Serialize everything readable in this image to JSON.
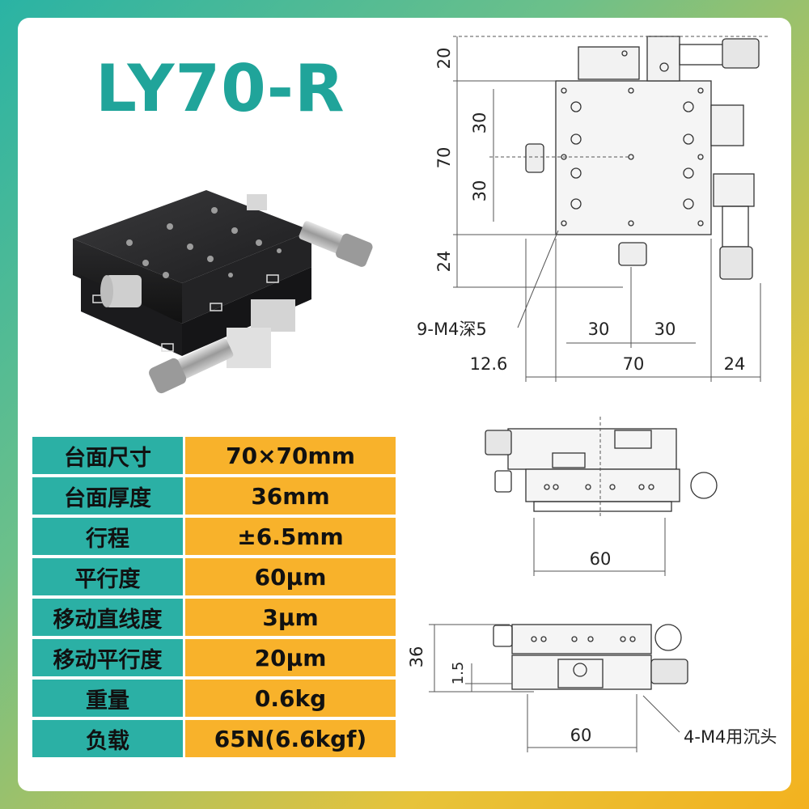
{
  "title": "LY70-R",
  "specs": [
    {
      "label": "台面尺寸",
      "value": "70×70mm"
    },
    {
      "label": "台面厚度",
      "value": "36mm"
    },
    {
      "label": "行程",
      "value": "±6.5mm"
    },
    {
      "label": "平行度",
      "value": "60μm"
    },
    {
      "label": "移动直线度",
      "value": "3μm"
    },
    {
      "label": "移动平行度",
      "value": "20μm"
    },
    {
      "label": "重量",
      "value": "0.6kg"
    },
    {
      "label": "负载",
      "value": "65N(6.6kgf)"
    }
  ],
  "top_view": {
    "dim_top": "20",
    "dim_30_upper": "30",
    "dim_70_vertical": "70",
    "dim_30_lower": "30",
    "dim_24_vertical": "24",
    "hole_callout": "9-M4深5",
    "dim_30_left": "30",
    "dim_30_right": "30",
    "dim_12_6": "12.6",
    "dim_70_horizontal": "70",
    "dim_24_horizontal": "24"
  },
  "side_view": {
    "dim_60": "60"
  },
  "bottom_view": {
    "dim_36": "36",
    "dim_1_5": "1.5",
    "dim_60": "60",
    "mount_callout": "4-M4用沉头"
  },
  "colors": {
    "teal": "#2bb0a5",
    "orange": "#f8b22b",
    "title": "#20a49a"
  }
}
